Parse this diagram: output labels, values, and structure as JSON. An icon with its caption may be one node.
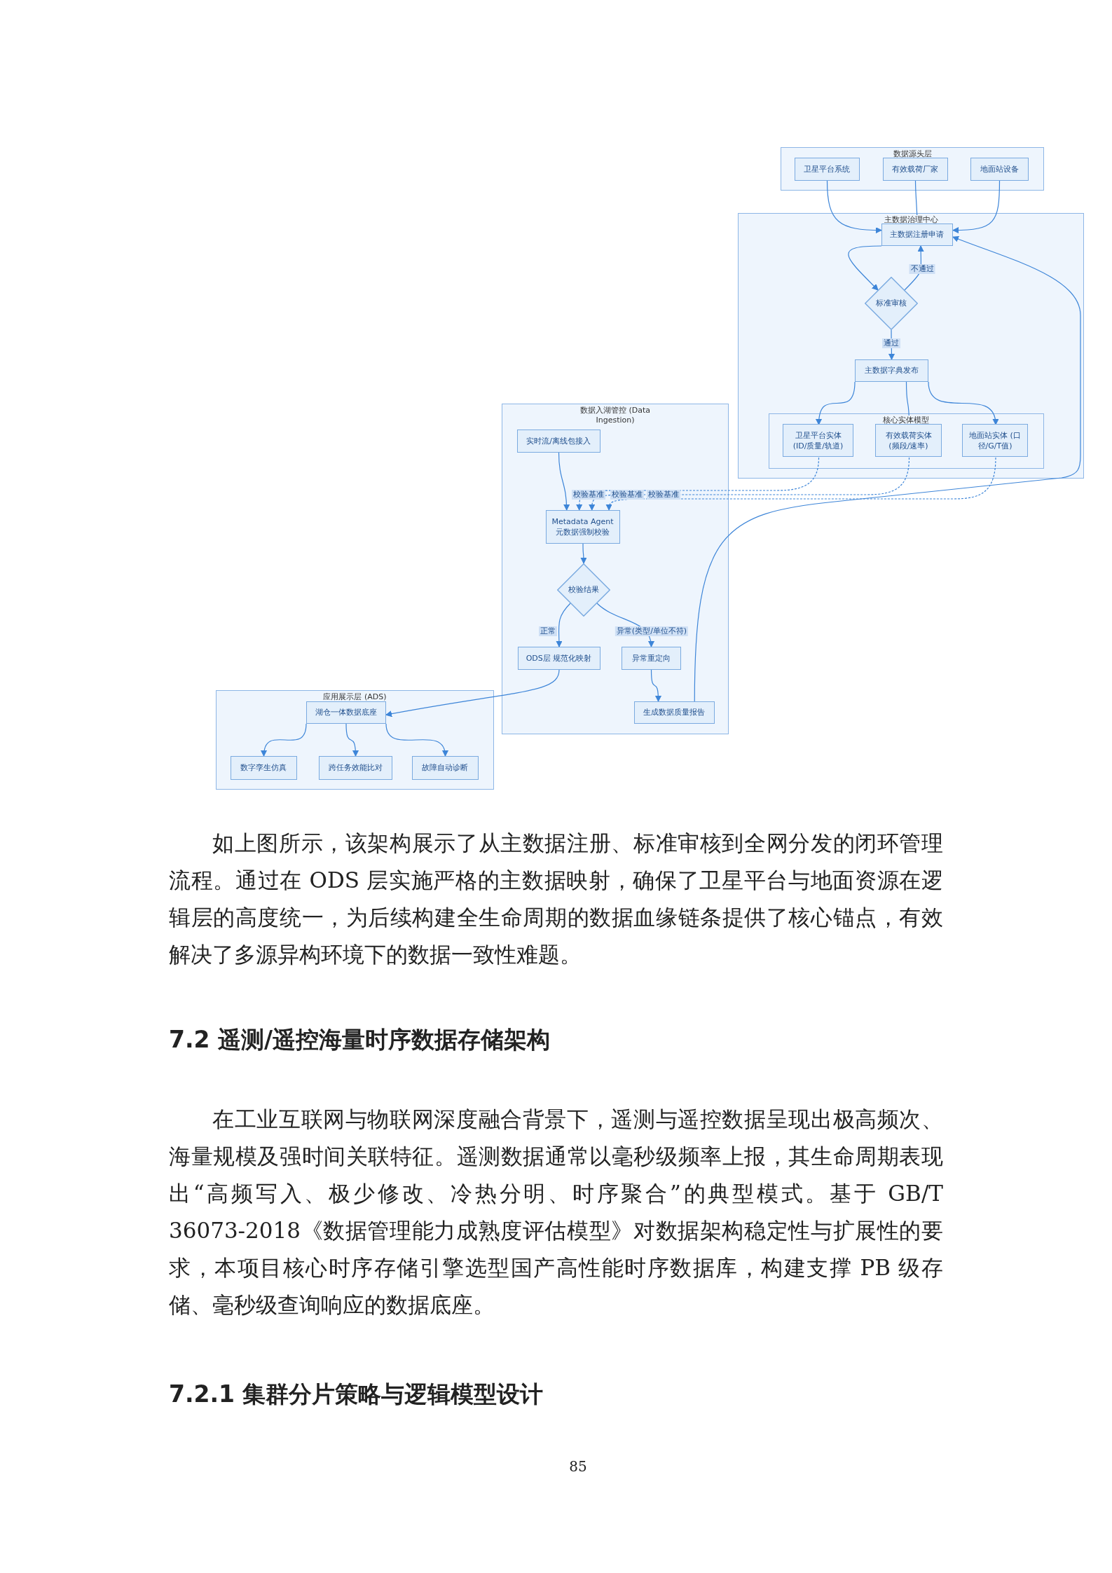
{
  "diagram": {
    "nodes": [
      {
        "text": [
          "数据源头层"
        ]
      },
      {
        "text": [
          "卫星平台系统"
        ],
        "in": 0
      },
      {
        "text": [
          "有效载荷厂家"
        ],
        "in": 0
      },
      {
        "text": [
          "地面站设备"
        ],
        "in": 0
      },
      {
        "text": [
          "主数据治理中心"
        ]
      },
      {
        "text": [
          "主数据注册申请"
        ],
        "in": 4
      },
      {
        "text": [
          "标准审核"
        ],
        "in": 4
      },
      {
        "text": [
          "主数据字典发布"
        ],
        "in": 4
      },
      {
        "text": [
          "核心实体模型"
        ],
        "in": 4
      },
      {
        "text": [
          "卫星平台实体 (ID/质量/轨道)"
        ],
        "in": 8
      },
      {
        "text": [
          "有效载荷实体 (频段/速率)"
        ],
        "in": 8
      },
      {
        "text": [
          "地面站实体 (口径/G/T值)"
        ],
        "in": 8
      },
      {
        "text": [
          "数据入湖管控 (Data Ingestion)"
        ]
      },
      {
        "text": [
          "实时流/离线包接入"
        ],
        "in": 12
      },
      {
        "text": [
          "Metadata Agent 元数据强制校验"
        ],
        "in": 12
      },
      {
        "text": [
          "校验结果"
        ],
        "in": 12
      },
      {
        "text": [
          "ODS层 规范化映射"
        ],
        "in": 12
      },
      {
        "text": [
          "异常重定向"
        ],
        "in": 12
      },
      {
        "text": [
          "生成数据质量报告"
        ],
        "in": 12
      },
      {
        "text": [
          "应用展示层 (ADS)"
        ]
      },
      {
        "text": [
          "湖仓一体数据底座"
        ],
        "in": 19
      },
      {
        "text": [
          "数字孪生仿真"
        ],
        "in": 19
      },
      {
        "text": [
          "跨任务效能比对"
        ],
        "in": 19
      },
      {
        "text": [
          "故障自动诊断"
        ],
        "in": 19
      }
    ],
    "edges": [
      {
        "from": 1,
        "to": 5,
        "arrow": "to"
      },
      {
        "from": 2,
        "to": 5,
        "arrow": "to"
      },
      {
        "from": 3,
        "to": 5,
        "arrow": "to"
      },
      {
        "from": 5,
        "to": 6,
        "arrow": "to"
      },
      {
        "from": 6,
        "to": 5,
        "arrow": "to",
        "label": "不通过"
      },
      {
        "from": 6,
        "to": 7,
        "arrow": "to",
        "label": "通过"
      },
      {
        "from": 7,
        "to": 9,
        "arrow": "to"
      },
      {
        "from": 7,
        "to": 10,
        "arrow": "to"
      },
      {
        "from": 7,
        "to": 11,
        "arrow": "to"
      },
      {
        "from": 9,
        "to": 14,
        "arrow": "to",
        "label": "校验基准",
        "style": "dashed"
      },
      {
        "from": 10,
        "to": 14,
        "arrow": "to",
        "label": "校验基准",
        "style": "dashed"
      },
      {
        "from": 11,
        "to": 14,
        "arrow": "to",
        "label": "校验基准",
        "style": "dashed"
      },
      {
        "from": 13,
        "to": 14,
        "arrow": "to"
      },
      {
        "from": 14,
        "to": 15,
        "arrow": "to"
      },
      {
        "from": 15,
        "to": 16,
        "arrow": "to",
        "label": "正常"
      },
      {
        "from": 15,
        "to": 17,
        "arrow": "to",
        "label": "异常(类型/单位不符)"
      },
      {
        "from": 17,
        "to": 18,
        "arrow": "to"
      },
      {
        "from": 18,
        "to": 5,
        "arrow": "to"
      },
      {
        "from": 16,
        "to": 20,
        "arrow": "to"
      },
      {
        "from": 20,
        "to": 21,
        "arrow": "to"
      },
      {
        "from": 20,
        "to": 22,
        "arrow": "to"
      },
      {
        "from": 20,
        "to": 23,
        "arrow": "to"
      }
    ],
    "labels": [
      "如上图所示，该架构展示了从主数据注册、标准审核到全网分发的闭环管理流程。通过在 ODS 层实施严格的主数据映射，确保了卫星平台与地面资源在逻辑层的高度统一，为后续构建全生命周期的数据血缘链条提供了核心锚点，有效解决了多源异构环境下的数据一致性难题。",
      "7.2 遥测/遥控海量时序数据存储架构",
      "在工业互联网与物联网深度融合背景下，遥测与遥控数据呈现出极高频次、海量规模及强时间关联特征。遥测数据通常以毫秒级频率上报，其生命周期表现出“高频写入、极少修改、冷热分明、时序聚合”的典型模式。基于 GB/T 36073-2018《数据管理能力成熟度评估模型》对数据架构稳定性与扩展性的要求，本项目核心时序存储引擎选型国产高性能时序数据库，构建支撑 PB 级存储、毫秒级查询响应的数据底座。",
      "7.2.1 集群分片策略与逻辑模型设计",
      "85"
    ]
  }
}
